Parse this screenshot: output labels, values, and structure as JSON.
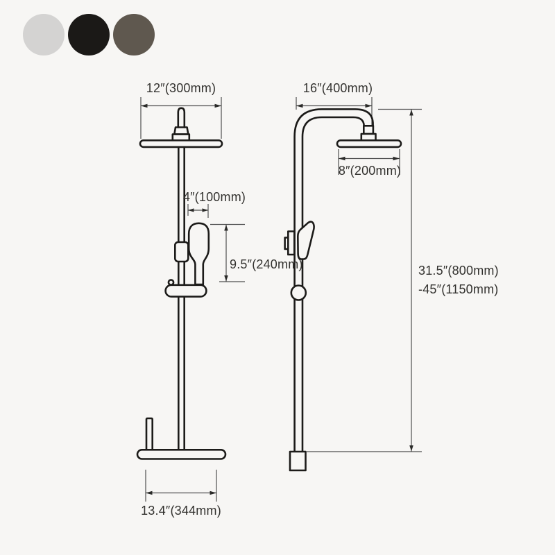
{
  "product_diagram": {
    "title": "shower-system-dimension-diagram",
    "color_options": [
      {
        "label": "light-grey",
        "hex": "#d4d3d2"
      },
      {
        "label": "black",
        "hex": "#1b1917"
      },
      {
        "label": "grey",
        "hex": "#5f584f"
      }
    ],
    "front_view": {
      "head_width": "12″(300mm)",
      "hand_shower_width": "4″(100mm)",
      "hand_shower_drop": "9.5″(240mm)",
      "base_width": "13.4″(344mm)"
    },
    "side_view": {
      "arm_reach": "16″(400mm)",
      "head_diameter": "8″(200mm)",
      "pole_height_line1": "31.5″(800mm)",
      "pole_height_line2": "-45″(1150mm)"
    }
  }
}
